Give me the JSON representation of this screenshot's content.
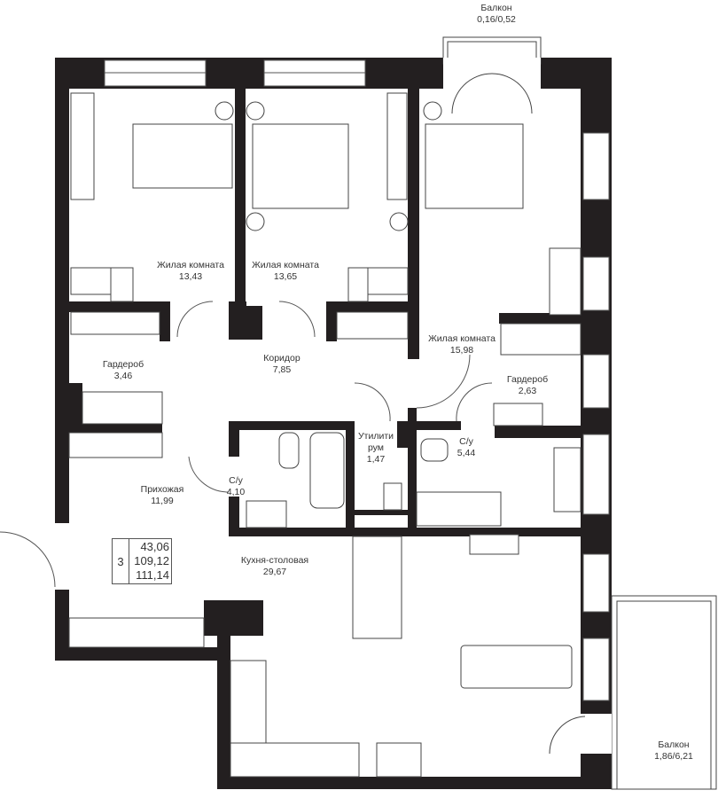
{
  "rooms": [
    {
      "name": "Жилая комната",
      "area": "13,43"
    },
    {
      "name": "Жилая комната",
      "area": "13,65"
    },
    {
      "name": "Жилая комната",
      "area": "15,98"
    },
    {
      "name": "Гардероб",
      "area": "3,46"
    },
    {
      "name": "Коридор",
      "area": "7,85"
    },
    {
      "name": "Гардероб",
      "area": "2,63"
    },
    {
      "name": "Утилити рум",
      "area": "1,47"
    },
    {
      "name": "С/у",
      "area": "5,44"
    },
    {
      "name": "С/у",
      "area": "4,10"
    },
    {
      "name": "Прихожая",
      "area": "11,99"
    },
    {
      "name": "Кухня-столовая",
      "area": "29,67"
    }
  ],
  "balconies": [
    {
      "name": "Балкон",
      "area": "0,16/0,52"
    },
    {
      "name": "Балкон",
      "area": "1,86/6,21"
    }
  ],
  "summary": {
    "rooms_count": "3",
    "living_area": "43,06",
    "total_area": "109,12",
    "total_with_balcony": "111,14"
  },
  "colors": {
    "wall": "#231f20",
    "line": "#555555"
  }
}
